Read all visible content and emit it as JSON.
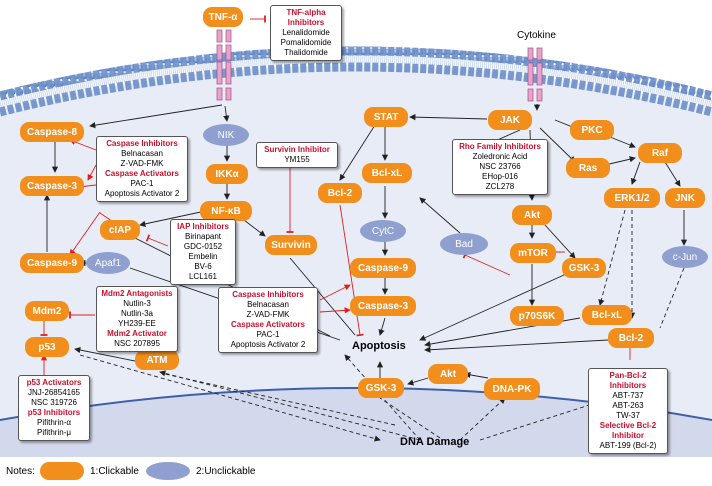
{
  "colors": {
    "clickable": "#f28e1c",
    "unclickable": "#8f9fcf",
    "inhibitor_text": "#c8102e",
    "arrow_red": "#e02020",
    "arrow_black": "#222222",
    "membrane": "#6b8fc9",
    "cytoplasm": "#e8ecf6",
    "nucleus": "#d3d9ec"
  },
  "labels": {
    "cytokine": "Cytokine",
    "apoptosis": "Apoptosis",
    "dna_damage": "DNA Damage"
  },
  "nodes": {
    "tnfa": "TNF-α",
    "caspase8": "Caspase-8",
    "caspase3_left": "Caspase-3",
    "caspase9_left": "Caspase-9",
    "apaf1": "Apaf1",
    "ciap": "cIAP",
    "nik": "NIK",
    "ikka": "IKKα",
    "nfkb": "NF-κB",
    "survivin": "Survivin",
    "mdm2": "Mdm2",
    "p53": "p53",
    "atm": "ATM",
    "stat": "STAT",
    "jak": "JAK",
    "bcl2_mid": "Bcl-2",
    "bclxl_mid": "Bcl-xL",
    "cytc": "CytC",
    "bad": "Bad",
    "caspase9_mid": "Caspase-9",
    "caspase3_mid": "Caspase-3",
    "akt_mid": "Akt",
    "mtor": "mTOR",
    "p70s6k": "p70S6K",
    "gsk3_mid": "GSK-3",
    "pkc": "PKC",
    "ras": "Ras",
    "raf": "Raf",
    "erk12": "ERK1/2",
    "jnk": "JNK",
    "cjun": "c-Jun",
    "bclxl_right": "Bcl-xL",
    "bcl2_right": "Bcl-2",
    "gsk3_bottom": "GSK-3",
    "akt_bottom": "Akt",
    "dnapk": "DNA-PK"
  },
  "boxes": {
    "tnf_inhibitors": [
      {
        "t": "TNF-alpha Inhibitors",
        "h": true
      },
      {
        "t": "Lenalidomide"
      },
      {
        "t": "Pomalidomide"
      },
      {
        "t": "Thalidomide"
      }
    ],
    "caspase_box_left": [
      {
        "t": "Caspase Inhibitors",
        "h": true
      },
      {
        "t": "Belnacasan"
      },
      {
        "t": "Z-VAD-FMK"
      },
      {
        "t": "Caspase Activators",
        "h": true
      },
      {
        "t": "PAC-1"
      },
      {
        "t": "Apoptosis Activator 2"
      }
    ],
    "survivin_inhibitor": [
      {
        "t": "Survivin Inhibitor",
        "h": true
      },
      {
        "t": "YM155"
      }
    ],
    "iap_inhibitors": [
      {
        "t": "IAP Inhibitors",
        "h": true
      },
      {
        "t": "Birinapant"
      },
      {
        "t": "GDC-0152"
      },
      {
        "t": "Embelin"
      },
      {
        "t": "BV-6"
      },
      {
        "t": "LCL161"
      }
    ],
    "rho_inhibitors": [
      {
        "t": "Rho Family Inhibitors",
        "h": true
      },
      {
        "t": "Zoledronic Acid"
      },
      {
        "t": "NSC 23766"
      },
      {
        "t": "EHop-016"
      },
      {
        "t": "ZCL278"
      }
    ],
    "mdm2_box": [
      {
        "t": "Mdm2 Antagonists",
        "h": true
      },
      {
        "t": "Nutlin-3"
      },
      {
        "t": "Nutlin-3a"
      },
      {
        "t": "YH239-EE"
      },
      {
        "t": "Mdm2 Activator",
        "h": true
      },
      {
        "t": "NSC 207895"
      }
    ],
    "caspase_box_mid": [
      {
        "t": "Caspase Inhibitors",
        "h": true
      },
      {
        "t": "Belnacasan"
      },
      {
        "t": "Z-VAD-FMK"
      },
      {
        "t": "Caspase Activators",
        "h": true
      },
      {
        "t": "PAC-1"
      },
      {
        "t": "Apoptosis Activator 2"
      }
    ],
    "p53_box": [
      {
        "t": "p53 Activators",
        "h": true
      },
      {
        "t": "JNJ-26854165"
      },
      {
        "t": "NSC 319726"
      },
      {
        "t": "p53 Inhibitors",
        "h": true
      },
      {
        "t": "Pifithrin-α"
      },
      {
        "t": "Pifithrin-μ"
      }
    ],
    "bcl2_box": [
      {
        "t": "Pan-Bcl-2",
        "h": true
      },
      {
        "t": "Inhibitors",
        "h": true
      },
      {
        "t": "ABT-737"
      },
      {
        "t": "ABT-263"
      },
      {
        "t": "TW-37"
      },
      {
        "t": "Selective Bcl-2",
        "h": true
      },
      {
        "t": "Inhibitor",
        "h": true
      },
      {
        "t": "ABT-199 (Bcl-2)"
      }
    ]
  },
  "legend": {
    "notes": "Notes:",
    "clickable": "1:Clickable",
    "unclickable": "2:Unclickable"
  }
}
